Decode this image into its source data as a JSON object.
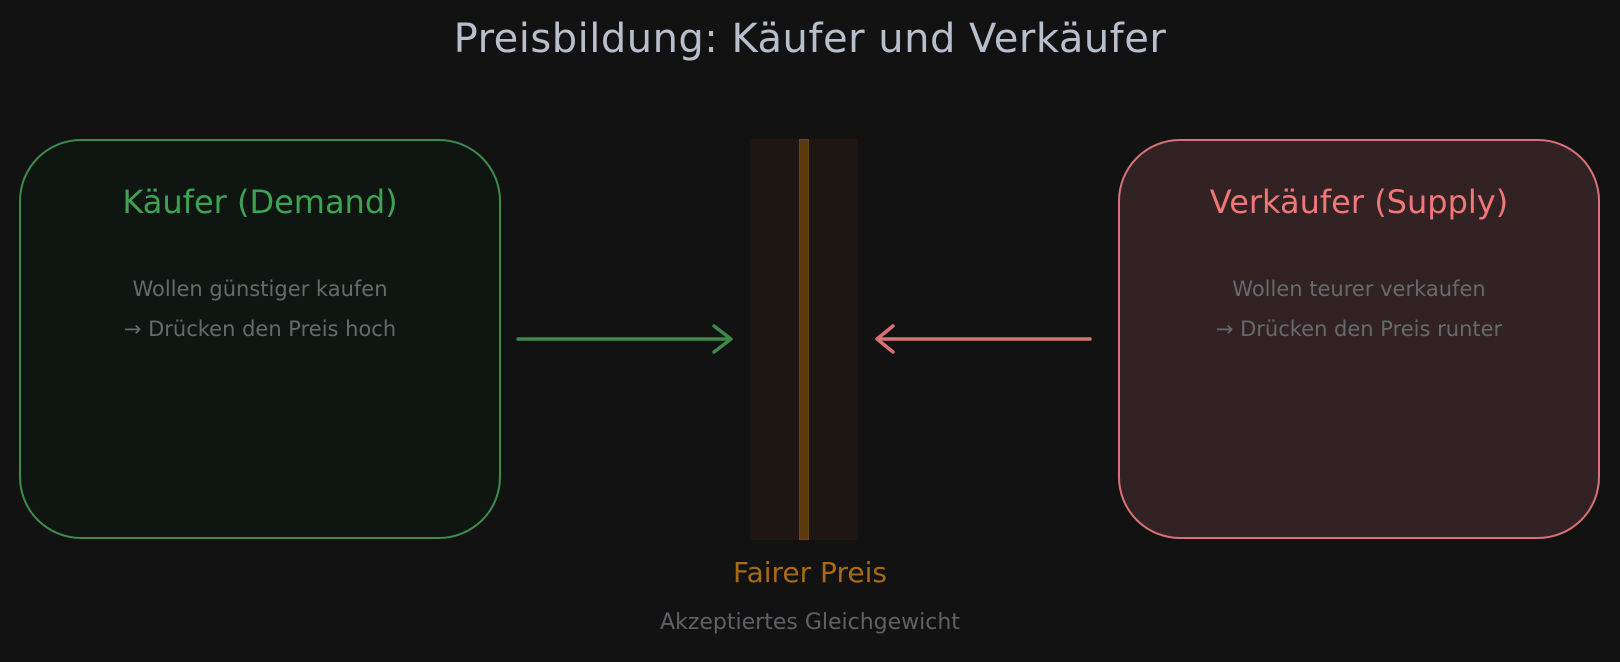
{
  "title": "Preisbildung: Käufer und Verkäufer",
  "buyer": {
    "title": "Käufer (Demand)",
    "lines": [
      "Wollen günstiger kaufen",
      "→ Drücken den Preis hoch"
    ],
    "color": "#3ea253",
    "border_color": "#3d8a4c",
    "fill_color": "#0f1611"
  },
  "seller": {
    "title": "Verkäufer (Supply)",
    "lines": [
      "Wollen teurer verkaufen",
      "→ Drücken den Preis runter"
    ],
    "color": "#f07777",
    "border_color": "#d8727a",
    "fill_color": "#322223"
  },
  "center": {
    "label": "Fairer Preis",
    "sublabel": "Akzeptiertes Gleichgewicht",
    "line_color": "#5a3a0e",
    "label_color": "#a86a16"
  },
  "arrows": [
    {
      "from": "buyer",
      "to": "center",
      "direction": "right",
      "color": "#3a8a4c"
    },
    {
      "from": "seller",
      "to": "center",
      "direction": "left",
      "color": "#d87074"
    }
  ]
}
